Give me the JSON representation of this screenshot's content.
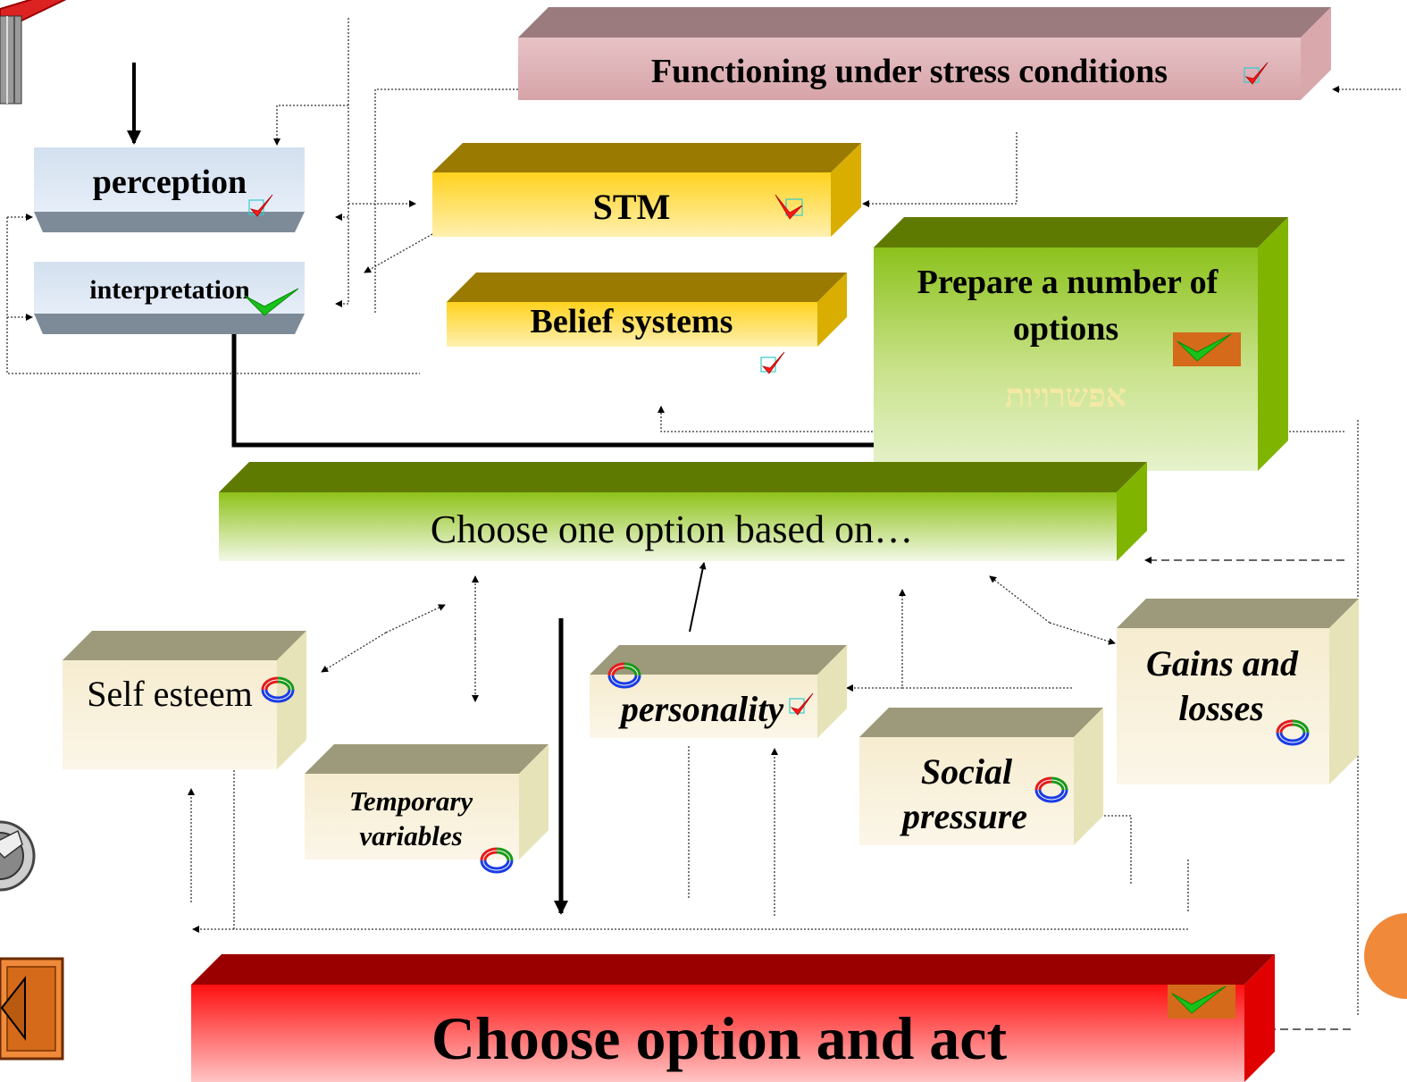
{
  "boxes": {
    "stress": {
      "label": "Functioning under stress conditions"
    },
    "perception": {
      "label": "perception"
    },
    "interpretation": {
      "label": "interpretation"
    },
    "stm": {
      "label": "STM"
    },
    "belief": {
      "label": "Belief systems"
    },
    "prepare": {
      "line1": "Prepare a number of",
      "line2": "options",
      "hebrew": "אפשרויות"
    },
    "choose_one": {
      "label": "Choose one option based on…"
    },
    "self_esteem": {
      "label": "Self esteem"
    },
    "temporary": {
      "line1": "Temporary",
      "line2": "variables"
    },
    "personality": {
      "label": "personality"
    },
    "social": {
      "line1": "Social",
      "line2": "pressure"
    },
    "gains": {
      "line1": "Gains and",
      "line2": "losses"
    },
    "choose_act": {
      "label": "Choose option and act"
    }
  },
  "colors": {
    "stress": "#d8a9ae",
    "perception": "#dbe6f2",
    "gold": "#f5c640",
    "green": "#8fbf1f",
    "cream": "#f7eed6",
    "red": "#e00000",
    "check": "#ff0000"
  },
  "icons": [
    "checkmark-icon",
    "cycle-arrows-icon",
    "film-reel-icon",
    "back-arrow-icon"
  ]
}
